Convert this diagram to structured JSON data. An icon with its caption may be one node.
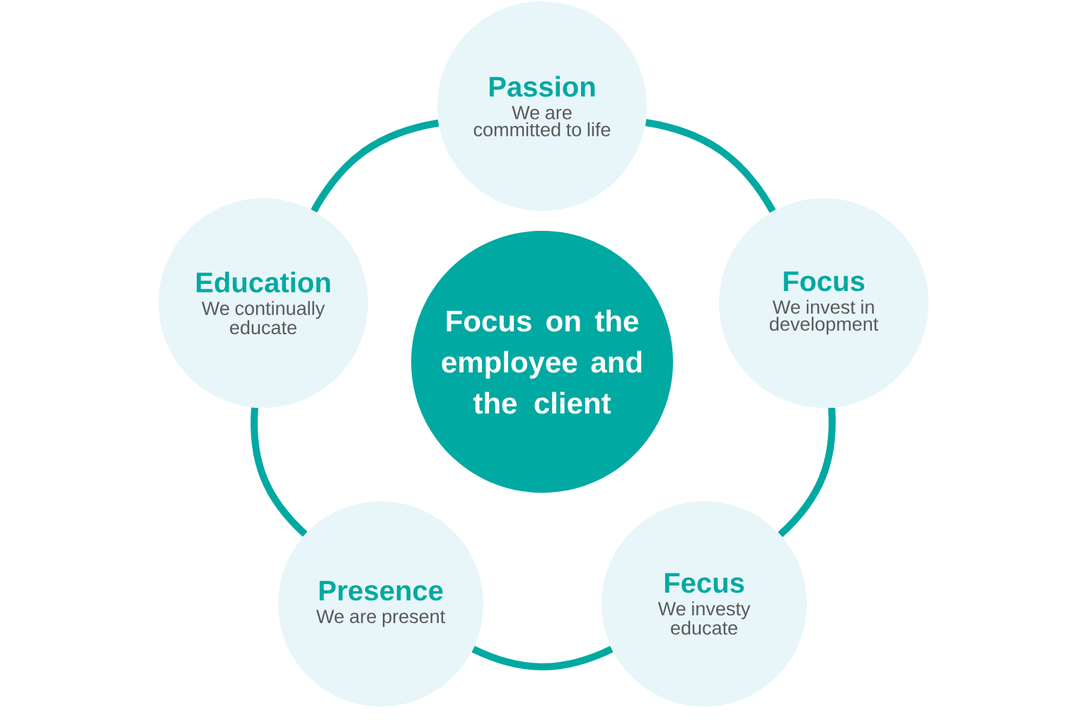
{
  "diagram": {
    "nodes": [
      {
        "text": [
          "Focus on the employee and the client"
        ]
      },
      {
        "text": [
          "Passion",
          "We are committed to life"
        ]
      },
      {
        "text": [
          "Focus",
          "We invest in development"
        ]
      },
      {
        "text": [
          "Fecus",
          "We investy educate"
        ]
      },
      {
        "text": [
          "Presence",
          "We are present"
        ]
      },
      {
        "text": [
          "Education",
          "We continually educate"
        ]
      }
    ],
    "edges": [
      {
        "from": 1,
        "to": 2,
        "arrow": "none"
      },
      {
        "from": 2,
        "to": 3,
        "arrow": "none"
      },
      {
        "from": 3,
        "to": 4,
        "arrow": "none"
      },
      {
        "from": 4,
        "to": 5,
        "arrow": "none"
      },
      {
        "from": 5,
        "to": 1,
        "arrow": "none"
      }
    ]
  }
}
